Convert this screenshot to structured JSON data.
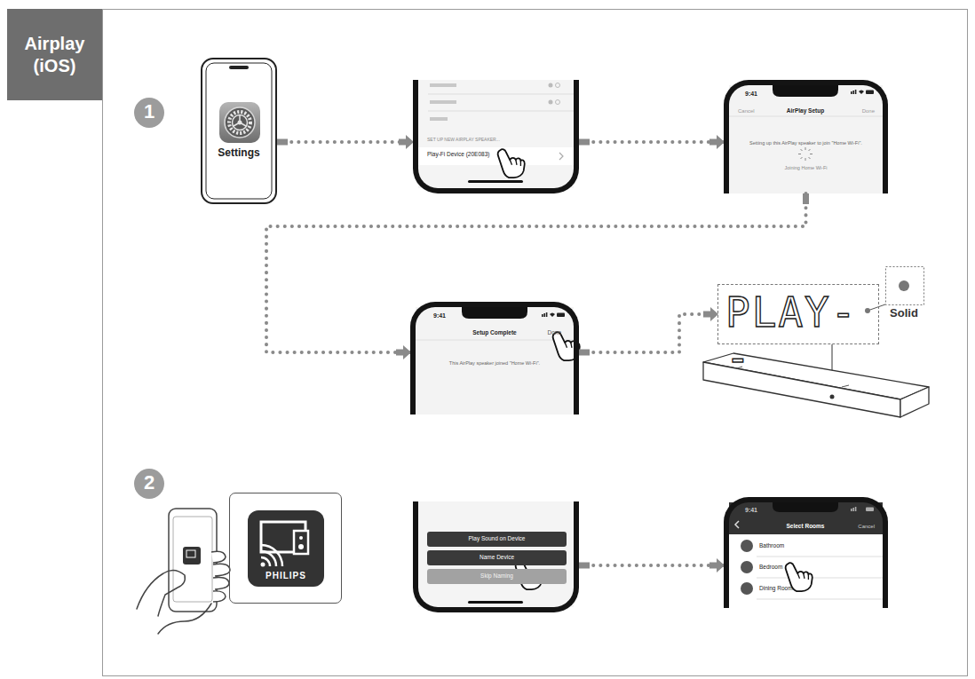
{
  "diagram": {
    "title": "Airplay (iOS)",
    "nodes": [
      {
        "text": [
          "Settings"
        ]
      },
      {
        "text": [
          "SET UP NEW AIRPLAY SPEAKER...",
          "Play-Fi Device (20E083)"
        ]
      },
      {
        "text": [
          "9:41",
          "Cancel",
          "AirPlay Setup",
          "Done",
          "Setting up this AirPlay speaker to join \"Home Wi-Fi\".",
          "Joining Home Wi-Fi"
        ]
      },
      {
        "text": [
          "9:41",
          "Setup Complete",
          "Done",
          "This AirPlay speaker joined \"Home Wi-Fi\"."
        ]
      },
      {
        "text": [
          "PLAY--"
        ]
      },
      {
        "text": [
          "PHILIPS"
        ]
      },
      {
        "text": []
      },
      {
        "text": [
          "Play Sound on Device"
        ],
        "in": 6
      },
      {
        "text": [
          "Name Device"
        ],
        "in": 6
      },
      {
        "text": [
          "Skip Naming"
        ],
        "in": 6
      },
      {
        "text": [
          "9:41",
          "Select Rooms",
          "Cancel",
          "Bathroom",
          "Bedroom",
          "Dining Room"
        ]
      }
    ],
    "edges": [
      {
        "from": 0,
        "to": 1,
        "arrow": "to"
      },
      {
        "from": 1,
        "to": 2,
        "arrow": "to"
      },
      {
        "from": 2,
        "to": 3,
        "arrow": "to"
      },
      {
        "from": 3,
        "to": 4,
        "arrow": "to"
      },
      {
        "from": 6,
        "to": 10,
        "arrow": "to"
      }
    ],
    "labels": [
      "1",
      "2",
      "Solid"
    ]
  }
}
